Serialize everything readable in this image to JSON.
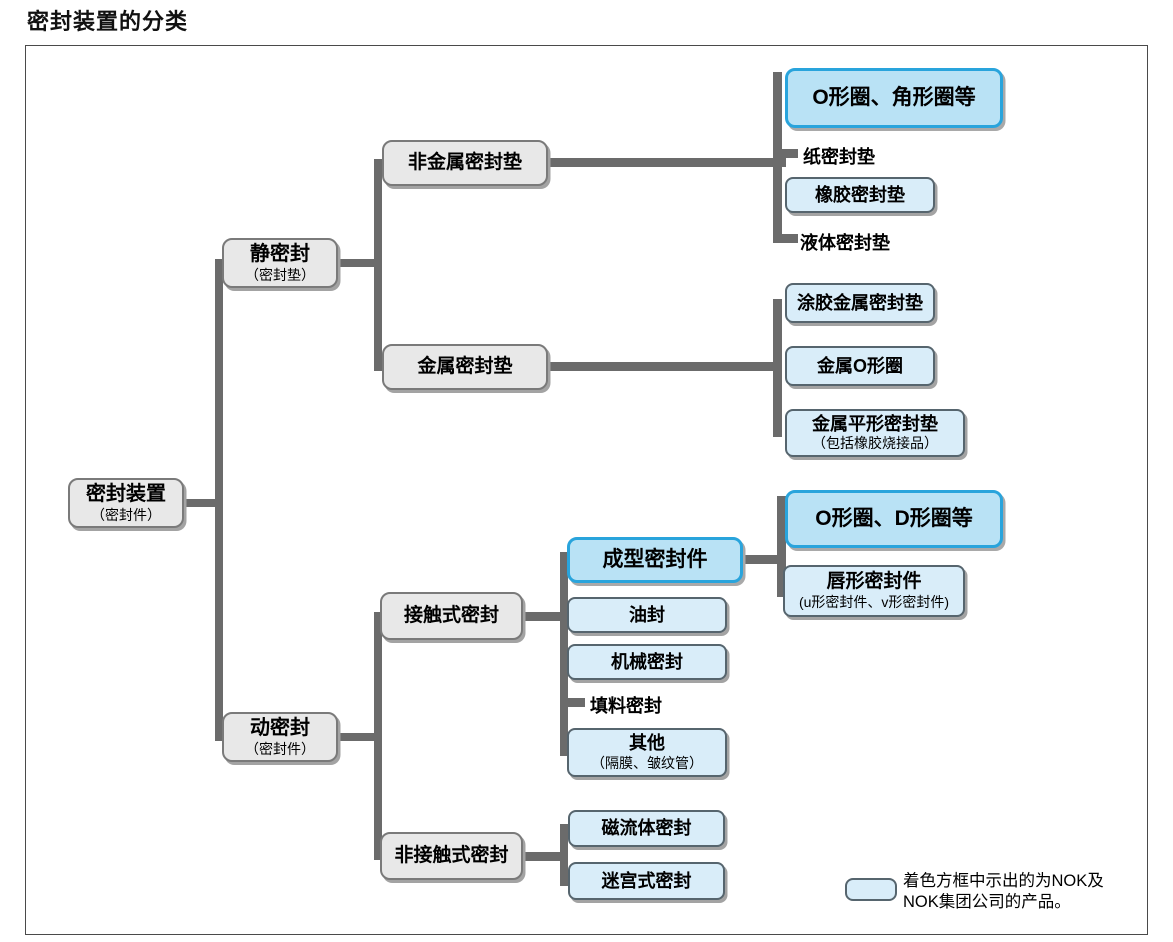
{
  "title": "密封装置的分类",
  "nodes": {
    "root": {
      "label": "密封装置",
      "sublabel": "（密封件）"
    },
    "static_seal": {
      "label": "静密封",
      "sublabel": "（密封垫）"
    },
    "dynamic_seal": {
      "label": "动密封",
      "sublabel": "（密封件）"
    },
    "nonmetal_gasket": {
      "label": "非金属密封垫"
    },
    "metal_gasket": {
      "label": "金属密封垫"
    },
    "o_ring_corner": {
      "label": "O形圈、角形圈等"
    },
    "paper_gasket": {
      "label": "纸密封垫"
    },
    "rubber_gasket": {
      "label": "橡胶密封垫"
    },
    "liquid_gasket": {
      "label": "液体密封垫"
    },
    "coated_metal_gasket": {
      "label": "涂胶金属密封垫"
    },
    "metal_o_ring": {
      "label": "金属O形圈"
    },
    "metal_flat_gasket": {
      "label": "金属平形密封垫",
      "sublabel": "（包括橡胶烧接品）"
    },
    "contact_seal": {
      "label": "接触式密封"
    },
    "noncontact_seal": {
      "label": "非接触式密封"
    },
    "molded_seal": {
      "label": "成型密封件"
    },
    "o_ring_d_ring": {
      "label": "O形圈、D形圈等"
    },
    "lip_seal": {
      "label": "唇形密封件",
      "sublabel": "(u形密封件、v形密封件)"
    },
    "oil_seal": {
      "label": "油封"
    },
    "mechanical_seal": {
      "label": "机械密封"
    },
    "packing_seal": {
      "label": "填料密封"
    },
    "others": {
      "label": "其他",
      "sublabel": "（隔膜、皱纹管）"
    },
    "magnetic_fluid_seal": {
      "label": "磁流体密封"
    },
    "labyrinth_seal": {
      "label": "迷宫式密封"
    }
  },
  "legend": {
    "line1": "着色方框中示出的为NOK及",
    "line2": "NOK集团公司的产品。"
  },
  "colors": {
    "connector": "#6b6b6b",
    "gray_fill": "#e8e8e8",
    "gray_border": "#7a7a7a",
    "blue_fill": "#d9edf9",
    "blue_border": "#56656e",
    "highlight_fill": "#b9e2f5",
    "highlight_border": "#29a4dc"
  }
}
